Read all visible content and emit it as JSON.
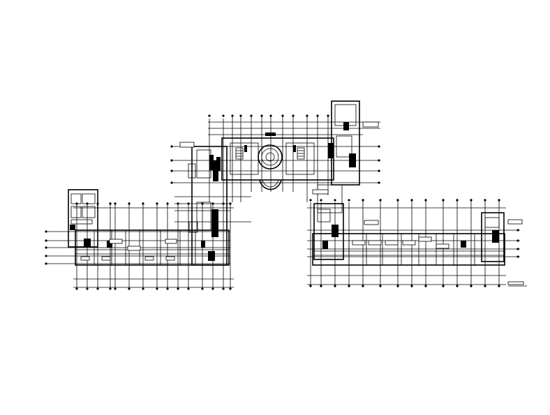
{
  "drawing": {
    "type": "architectural-floor-plan",
    "wings": [
      "west-wing",
      "central-block",
      "east-wing"
    ],
    "line_color": "#000000",
    "background_color": "#ffffff"
  }
}
